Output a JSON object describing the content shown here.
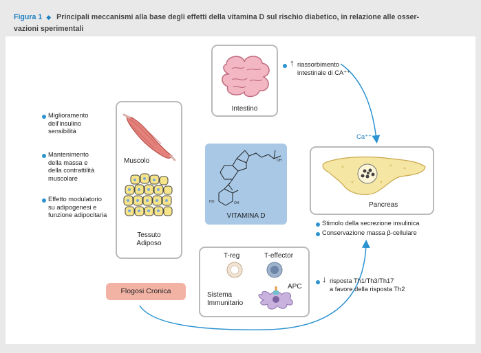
{
  "header": {
    "figure_label": "Figura 1",
    "caption_line1": "Principali meccanismi alla base degli effetti della vitamina D sul rischio diabetico, in relazione alle osser-",
    "caption_line2": "vazioni sperimentali"
  },
  "nodes": {
    "intestino": "Intestino",
    "muscolo": "Muscolo",
    "tessuto": "Tessuto",
    "adiposo": "Adiposo",
    "vitamina_d": "VITAMINA D",
    "pancreas": "Pancreas",
    "treg": "T-reg",
    "teffector": "T-effector",
    "apc": "APC",
    "sistema": "Sistema",
    "immunitario": "Immunitario",
    "flogosi": "Flogosi Cronica",
    "oh1": "OH",
    "oh2": "OH",
    "ho": "HO"
  },
  "labels": {
    "ca": "Ca⁺⁺"
  },
  "annotations": {
    "intestino_arrow": "↑",
    "intestino_line1": "riassorbimento",
    "intestino_line2": "intestinale di CA⁺⁺",
    "muscle_effects": [
      [
        "Miglioramento",
        "dell’insulino",
        "sensibilità"
      ],
      [
        "Mantenimento",
        "della massa e",
        "della contrattilità",
        "muscolare"
      ],
      [
        "Effetto modulatorio",
        "su adipogenesi e",
        "funzione adipocitaria"
      ]
    ],
    "pancreas_effects": [
      "Stimolo della secrezione insulinica",
      "Conservazione massa β-cellulare"
    ],
    "immune_arrow": "↓",
    "immune_line1": "risposta Th1/Th3/Th17",
    "immune_line2": "a favore della risposta Th2"
  },
  "colors": {
    "accent_blue": "#1f7fc1",
    "vitamin_box": "#a8c8e6",
    "flogosi_box": "#f2b3a5",
    "box_border": "#b9b9bb"
  }
}
